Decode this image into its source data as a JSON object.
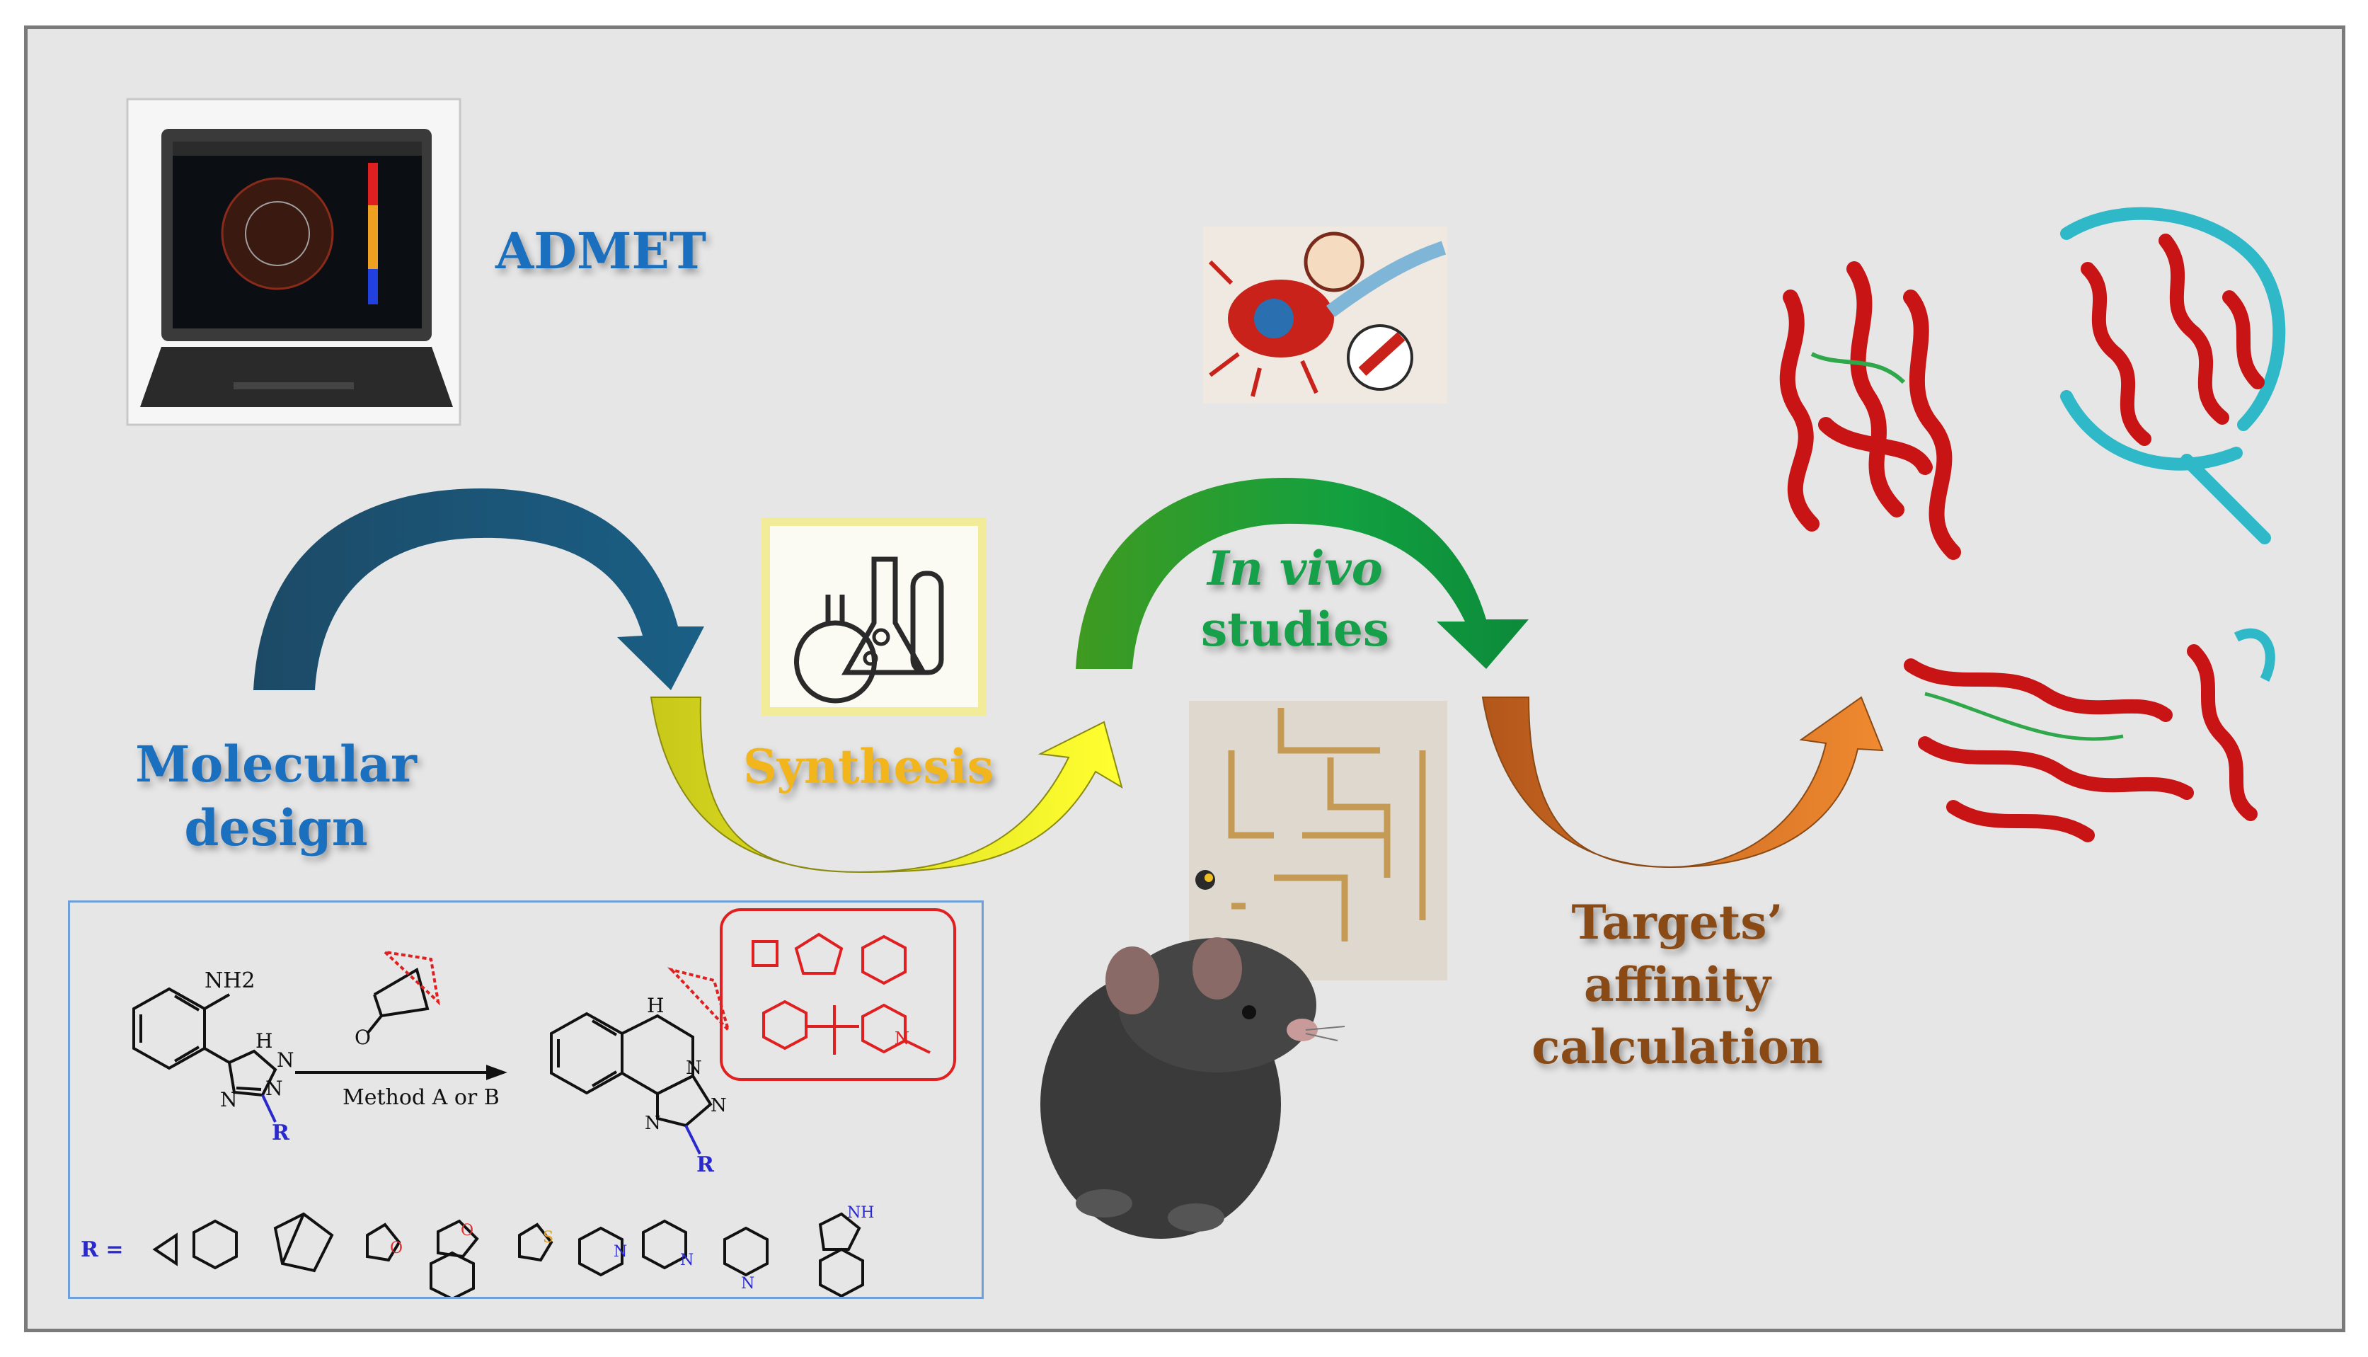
{
  "labels": {
    "admet": "ADMET",
    "molecular_design": [
      "Molecular",
      "design"
    ],
    "synthesis": "Synthesis",
    "in_vivo": "In vivo",
    "studies": "studies",
    "targets": [
      "Targets’",
      "affinity",
      "calculation"
    ]
  },
  "scheme": {
    "amine": "NH2",
    "nh_top": "H",
    "n1": "N",
    "n2": "N",
    "n3": "N",
    "ketone_o": "O",
    "method": "Method A or B",
    "product_nh": "H",
    "product_n": "N",
    "product_n2": "N",
    "product_n3": "N",
    "r_main": "R",
    "r_product": "R",
    "r_equals": "R =",
    "sub_o1": "O",
    "sub_o2": "O",
    "sub_s": "S",
    "sub_n1": "N",
    "sub_n2": "N",
    "sub_n3": "N",
    "sub_nh": "NH",
    "pip_n": "N"
  },
  "colors": {
    "label_blue": "#1a6fbf",
    "synthesis_yellow": "#f2b61c",
    "in_vivo_green": "#17a04a",
    "targets_brown": "#8a4a16",
    "arrow_navy": "#17506e",
    "arrow_yellow": "#f0f020",
    "arrow_green": "#17a04a",
    "arrow_orange": "#e07a26",
    "ring_red": "#e02020",
    "r_blue": "#2a2acc"
  },
  "icons": [
    "laptop-icon",
    "lab-flasks-icon",
    "neuron-icon",
    "maze-icon",
    "rat-icon",
    "protein-structure-icon"
  ]
}
